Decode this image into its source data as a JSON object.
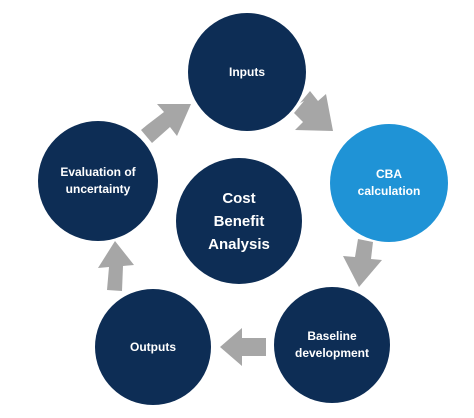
{
  "diagram": {
    "center": {
      "label": "Cost\nBenefit\nAnalysis"
    },
    "nodes": [
      {
        "id": "inputs",
        "label": "Inputs"
      },
      {
        "id": "cba",
        "label": "CBA\ncalculation"
      },
      {
        "id": "baseline",
        "label": "Baseline\ndevelopment"
      },
      {
        "id": "outputs",
        "label": "Outputs"
      },
      {
        "id": "eval",
        "label": "Evaluation of\nuncertainty"
      }
    ],
    "colors": {
      "node": "#0d2d55",
      "highlight": "#1f93d6",
      "arrow": "#a6a6a6",
      "text": "#ffffff"
    },
    "arrow_icon": "block-arrow"
  }
}
